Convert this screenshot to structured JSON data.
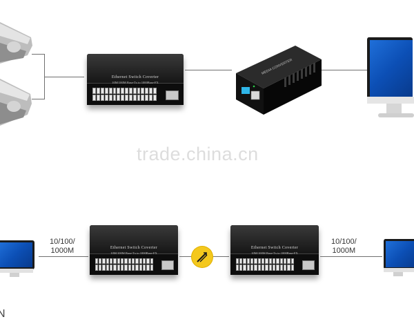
{
  "watermark": "trade.china.cn",
  "switch": {
    "title": "Ethernet Switch Coverter",
    "subtitle": "10M/100M Base-Tx to 1000Base-FX"
  },
  "converter": {
    "label": "MEDIA CONVERTER"
  },
  "links": {
    "left_speed": "10/100/\n1000M",
    "right_speed": "10/100/\n1000M",
    "left_speed_line1": "10/100/",
    "left_speed_line2": "1000M",
    "right_speed_line1": "10/100/",
    "right_speed_line2": "1000M"
  },
  "footer_char": "N",
  "colors": {
    "accent": "#f4c81d",
    "screen": "#1f6fd9",
    "device": "#0d0d0d"
  },
  "icons": [
    "camera-icon",
    "monitor-icon",
    "fiber-icon"
  ]
}
